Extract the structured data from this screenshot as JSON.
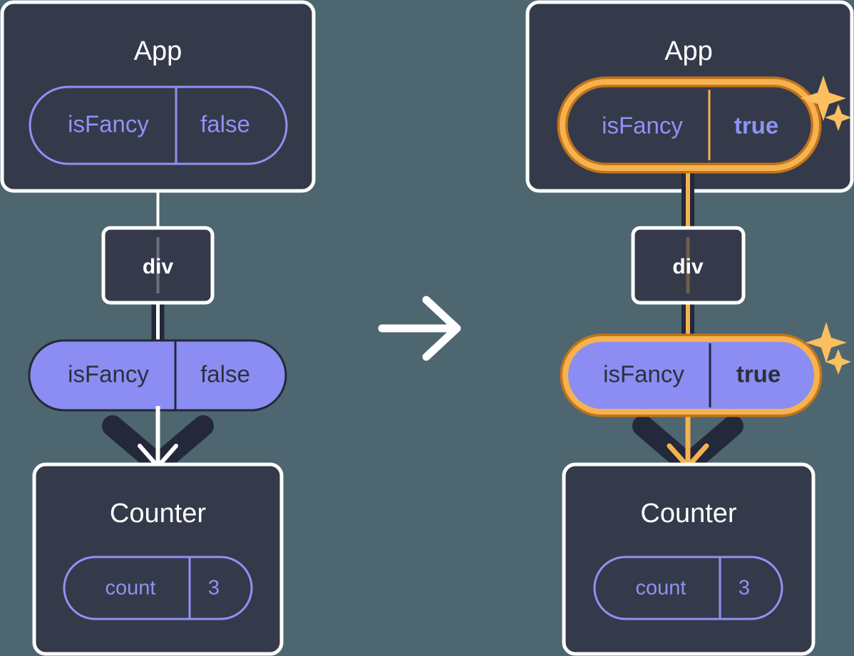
{
  "colors": {
    "background": "#4d6670",
    "card_fill": "#343a4a",
    "card_stroke": "#ffffff",
    "pill_outline_stroke": "#8f92f5",
    "pill_filled_fill": "#8b8df2",
    "pill_text_dark": "#2b303e",
    "highlight_outer": "#c2741a",
    "highlight_inner": "#f5b24f",
    "connector_dark": "#23283a",
    "connector_light": "#ffffff",
    "sparkle": "#fbbf60"
  },
  "diagram": {
    "type": "react-state-propagation",
    "transition_arrow": "arrow-right"
  },
  "panels": [
    {
      "id": "before",
      "highlighted": false,
      "app": {
        "title": "App",
        "state_pill": {
          "style": "outline",
          "key": "isFancy",
          "value": "false",
          "highlighted": false,
          "value_bold": false
        }
      },
      "element": {
        "title": "div"
      },
      "prop_pill": {
        "style": "filled",
        "key": "isFancy",
        "value": "false",
        "highlighted": false,
        "value_bold": false
      },
      "child": {
        "title": "Counter",
        "state_pill": {
          "style": "outline",
          "key": "count",
          "value": "3",
          "highlighted": false,
          "value_bold": false
        }
      }
    },
    {
      "id": "after",
      "highlighted": true,
      "app": {
        "title": "App",
        "state_pill": {
          "style": "outline",
          "key": "isFancy",
          "value": "true",
          "highlighted": true,
          "value_bold": true
        }
      },
      "element": {
        "title": "div"
      },
      "prop_pill": {
        "style": "filled",
        "key": "isFancy",
        "value": "true",
        "highlighted": true,
        "value_bold": true
      },
      "child": {
        "title": "Counter",
        "state_pill": {
          "style": "outline",
          "key": "count",
          "value": "3",
          "highlighted": true,
          "value_bold": false
        }
      }
    }
  ],
  "sparkles": [
    {
      "panel": "after",
      "near": "app-state-pill",
      "count": 2
    },
    {
      "panel": "after",
      "near": "prop-pill",
      "count": 2
    }
  ]
}
